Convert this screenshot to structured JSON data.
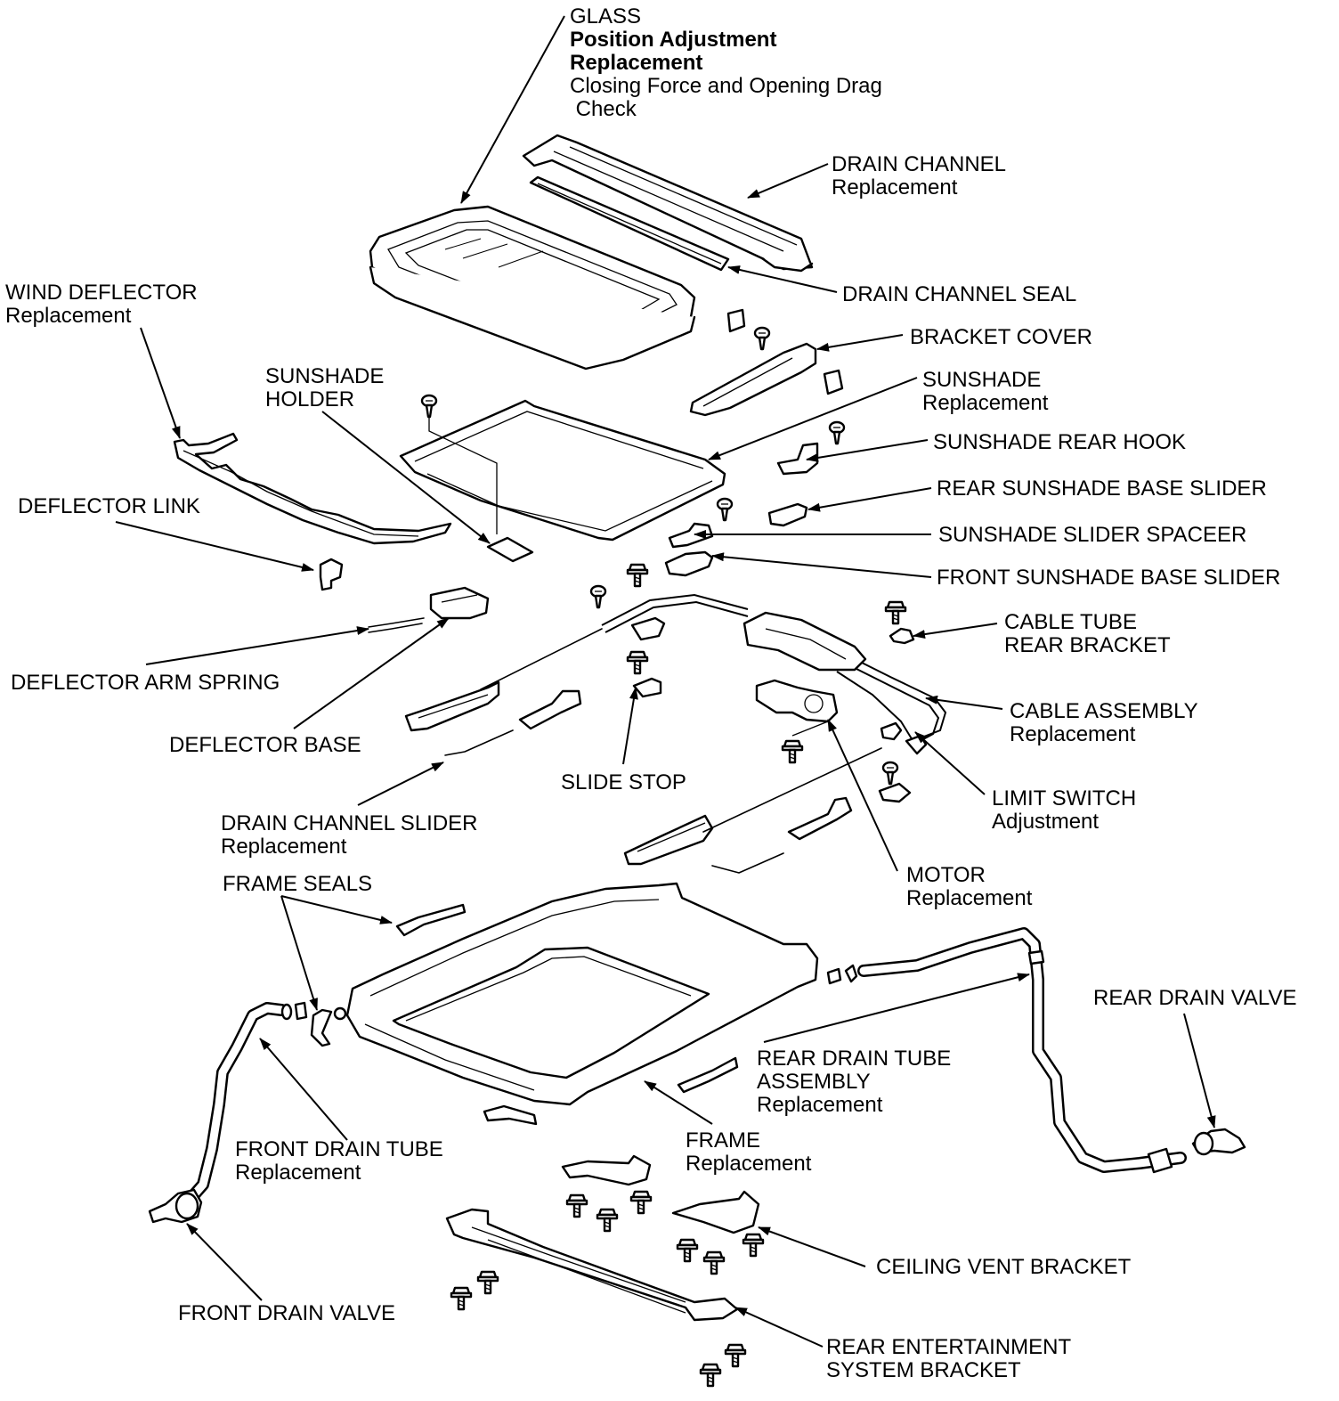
{
  "labels": {
    "glass": [
      "GLASS",
      "Position Adjustment",
      "Replacement",
      "Closing Force and Opening Drag",
      " Check"
    ],
    "drain_channel": [
      "DRAIN CHANNEL",
      "Replacement"
    ],
    "drain_channel_seal": [
      "DRAIN CHANNEL SEAL"
    ],
    "wind_deflector": [
      "WIND DEFLECTOR",
      "Replacement"
    ],
    "bracket_cover": [
      "BRACKET COVER"
    ],
    "sunshade_holder": [
      "SUNSHADE",
      "HOLDER"
    ],
    "sunshade": [
      "SUNSHADE",
      "Replacement"
    ],
    "sunshade_rear_hook": [
      "SUNSHADE REAR HOOK"
    ],
    "rear_sunshade_base_slider": [
      "REAR SUNSHADE BASE SLIDER"
    ],
    "deflector_link": [
      "DEFLECTOR LINK"
    ],
    "sunshade_slider_spaceer": [
      "SUNSHADE SLIDER SPACEER"
    ],
    "front_sunshade_base_slider": [
      "FRONT SUNSHADE BASE SLIDER"
    ],
    "cable_tube_rear_bracket": [
      "CABLE TUBE",
      "REAR BRACKET"
    ],
    "deflector_arm_spring": [
      "DEFLECTOR ARM SPRING"
    ],
    "cable_assembly": [
      "CABLE ASSEMBLY",
      "Replacement"
    ],
    "deflector_base": [
      "DEFLECTOR BASE"
    ],
    "slide_stop": [
      "SLIDE STOP"
    ],
    "limit_switch": [
      "LIMIT SWITCH",
      "Adjustment"
    ],
    "drain_channel_slider": [
      "DRAIN CHANNEL SLIDER",
      "Replacement"
    ],
    "motor": [
      "MOTOR",
      "Replacement"
    ],
    "frame_seals": [
      "FRAME SEALS"
    ],
    "rear_drain_valve": [
      "REAR DRAIN VALVE"
    ],
    "rear_drain_tube_assembly": [
      "REAR DRAIN TUBE",
      "ASSEMBLY",
      "Replacement"
    ],
    "front_drain_tube": [
      "FRONT DRAIN TUBE",
      "Replacement"
    ],
    "frame": [
      "FRAME",
      "Replacement"
    ],
    "ceiling_vent_bracket": [
      "CEILING VENT BRACKET"
    ],
    "front_drain_valve": [
      "FRONT DRAIN VALVE"
    ],
    "rear_entertainment_system_bracket": [
      "REAR ENTERTAINMENT",
      "SYSTEM BRACKET"
    ]
  }
}
